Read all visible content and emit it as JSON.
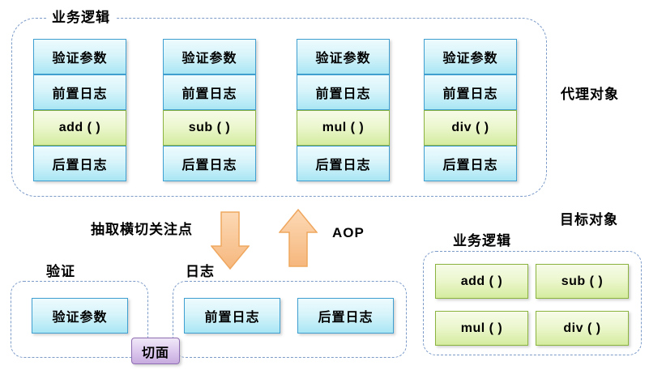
{
  "proxy": {
    "region_label": "业务逻辑",
    "side_label": "代理对象",
    "columns": [
      {
        "rows": [
          "验证参数",
          "前置日志",
          "add ( )",
          "后置日志"
        ]
      },
      {
        "rows": [
          "验证参数",
          "前置日志",
          "sub ( )",
          "后置日志"
        ]
      },
      {
        "rows": [
          "验证参数",
          "前置日志",
          "mul ( )",
          "后置日志"
        ]
      },
      {
        "rows": [
          "验证参数",
          "前置日志",
          "div ( )",
          "后置日志"
        ]
      }
    ]
  },
  "transform": {
    "extract_label": "抽取横切关注点",
    "aop_label": "AOP"
  },
  "aspects": {
    "validation": {
      "label": "验证",
      "boxes": [
        "验证参数"
      ]
    },
    "logging": {
      "label": "日志",
      "boxes": [
        "前置日志",
        "后置日志"
      ]
    },
    "aspect_badge": "切面"
  },
  "target": {
    "title": "目标对象",
    "region_label": "业务逻辑",
    "methods": [
      "add ( )",
      "sub ( )",
      "mul ( )",
      "div ( )"
    ]
  },
  "colors": {
    "blue_box_border": "#3f9fd0",
    "blue_box_top": "#edfbfe",
    "blue_box_bottom": "#a9e6f4",
    "green_box_border": "#8ab33f",
    "green_box_top": "#f6fbe8",
    "green_box_bottom": "#d5ec9f",
    "purple_box_border": "#8f6db3",
    "purple_box_top": "#f0e8f8",
    "purple_box_bottom": "#c7abdf",
    "arrow_fill_light": "#fcd9b5",
    "arrow_fill_dark": "#f6b77d",
    "arrow_stroke": "#efa75f",
    "dashed_border": "#7c9bc9",
    "text": "#000000"
  }
}
